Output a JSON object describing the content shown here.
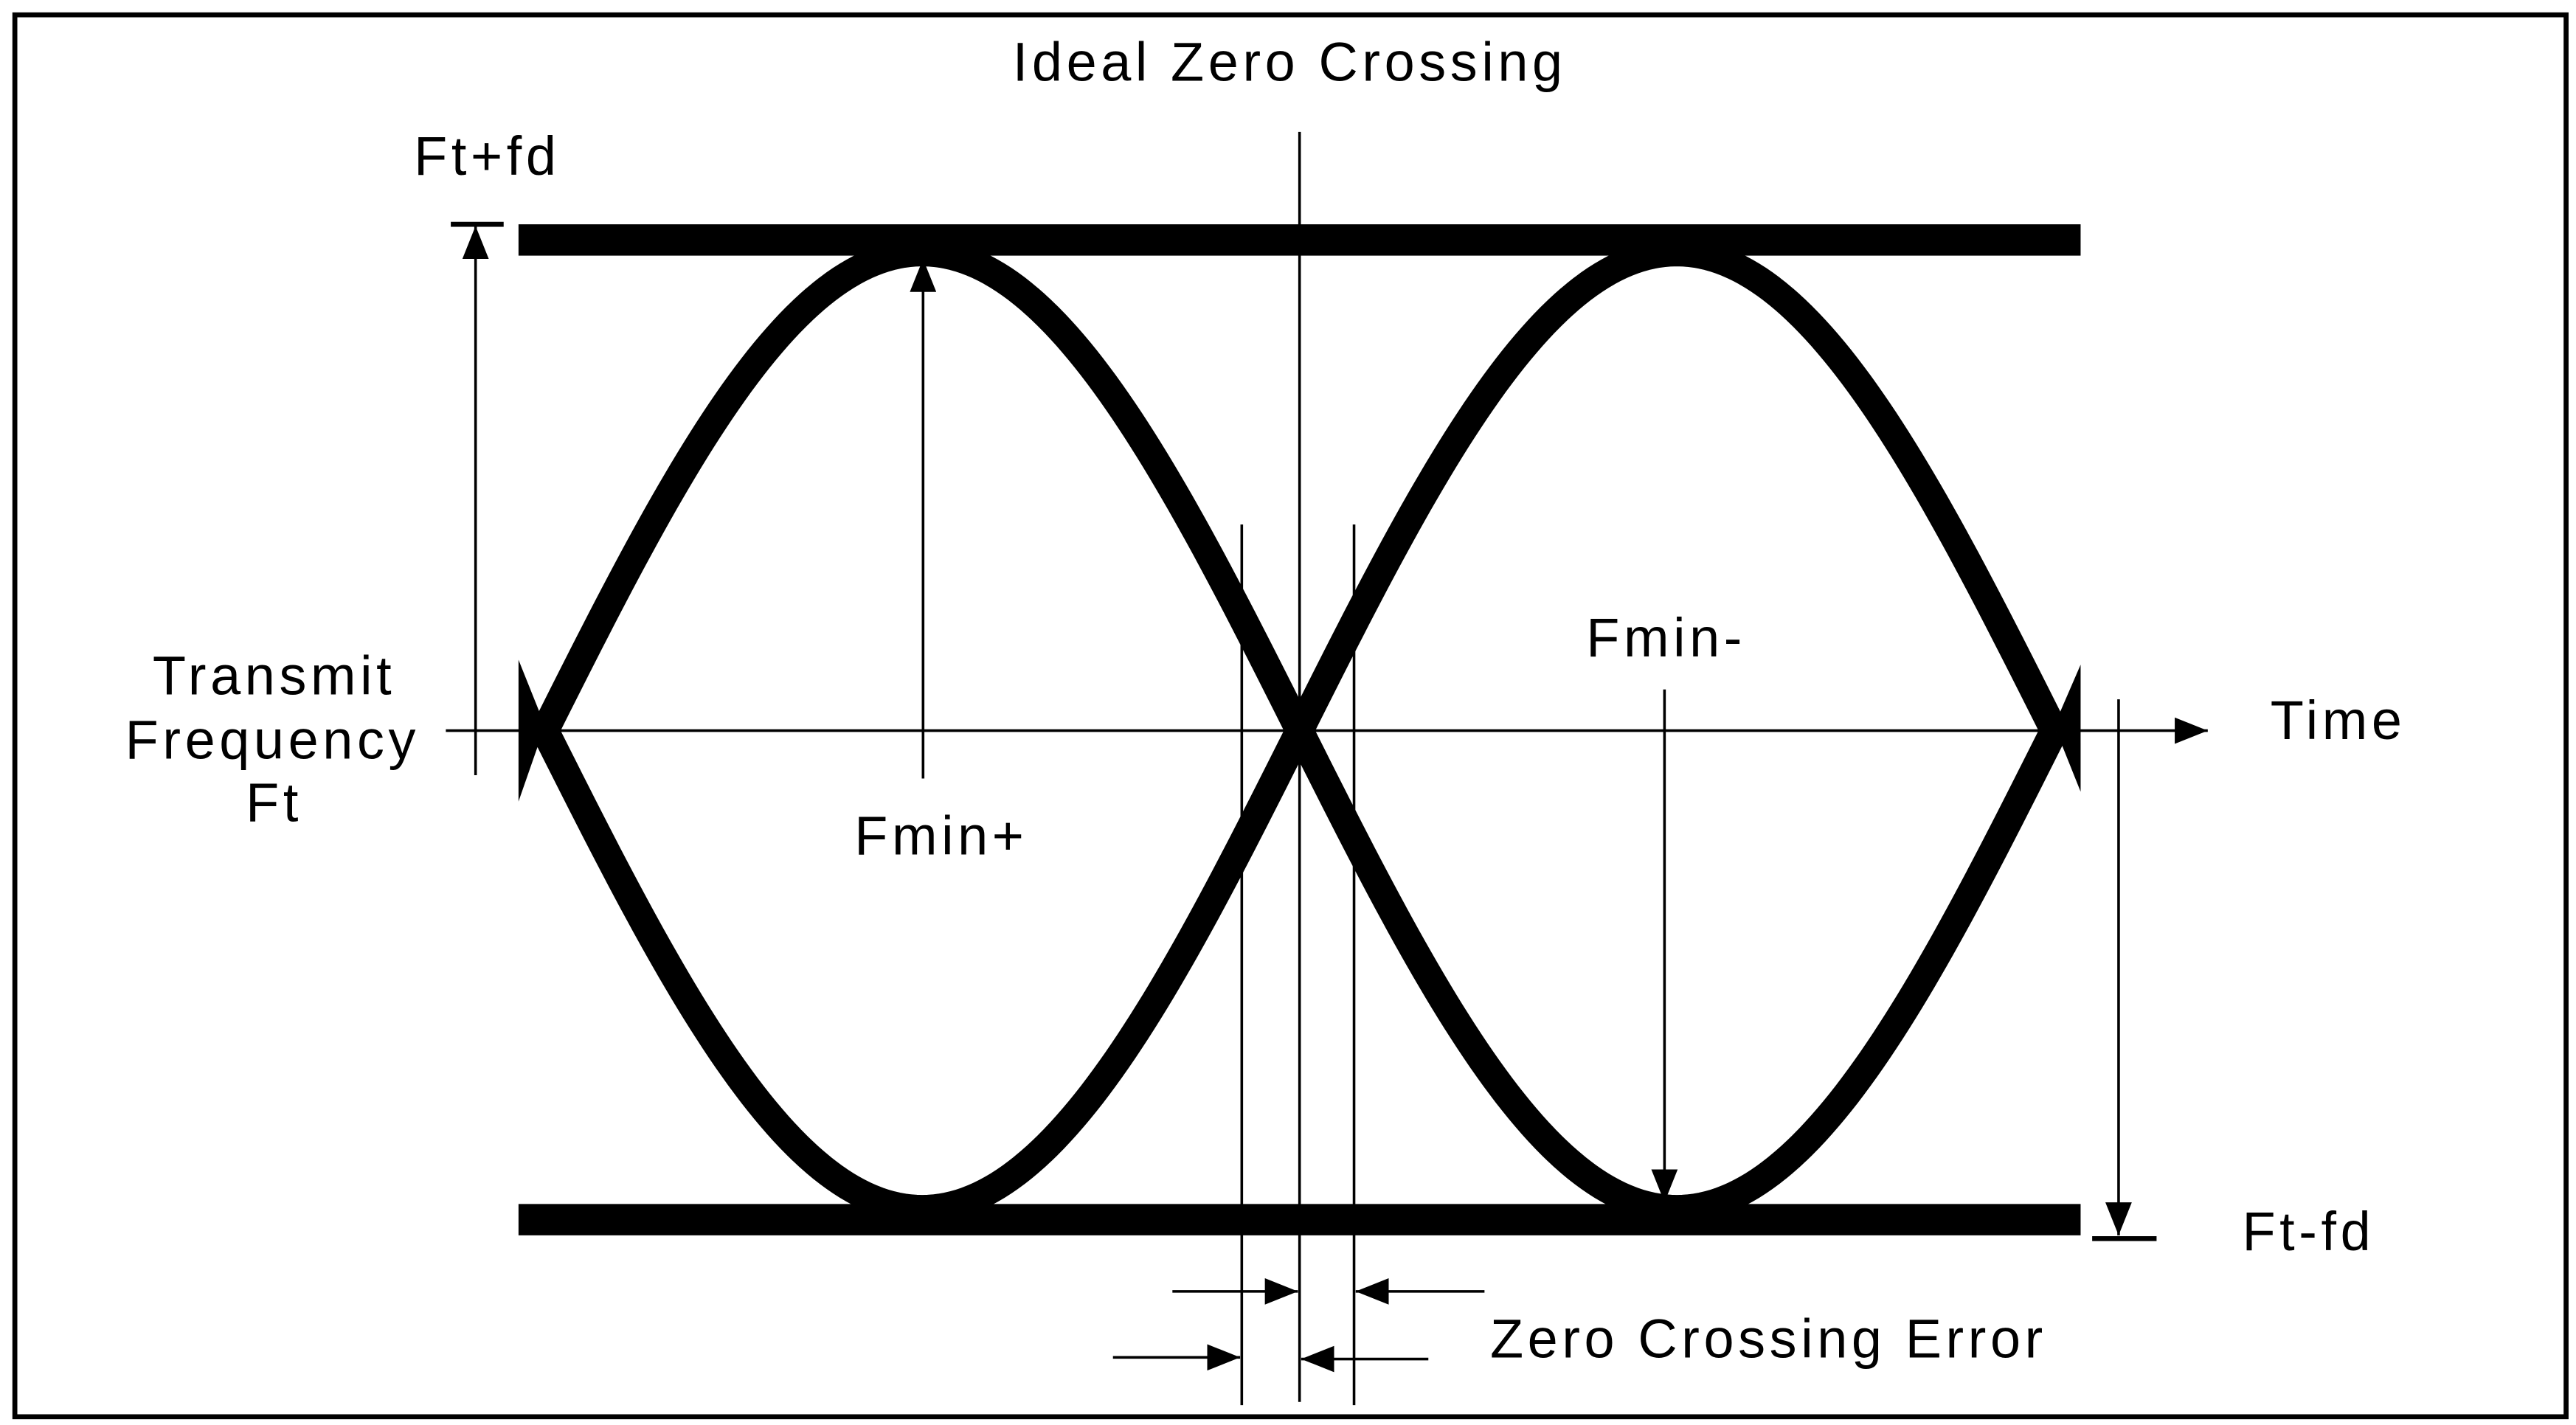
{
  "labels": {
    "ideal_zero_crossing": "Ideal Zero Crossing",
    "ft_plus_fd": "Ft+fd",
    "ft_minus_fd": "Ft-fd",
    "transmit_line1": "Transmit",
    "transmit_line2": "Frequency",
    "transmit_line3": "Ft",
    "fmin_plus": "Fmin+",
    "fmin_minus": "Fmin-",
    "time": "Time",
    "zero_crossing_error": "Zero Crossing Error"
  },
  "colors": {
    "ink": "#000000",
    "background": "#ffffff"
  }
}
